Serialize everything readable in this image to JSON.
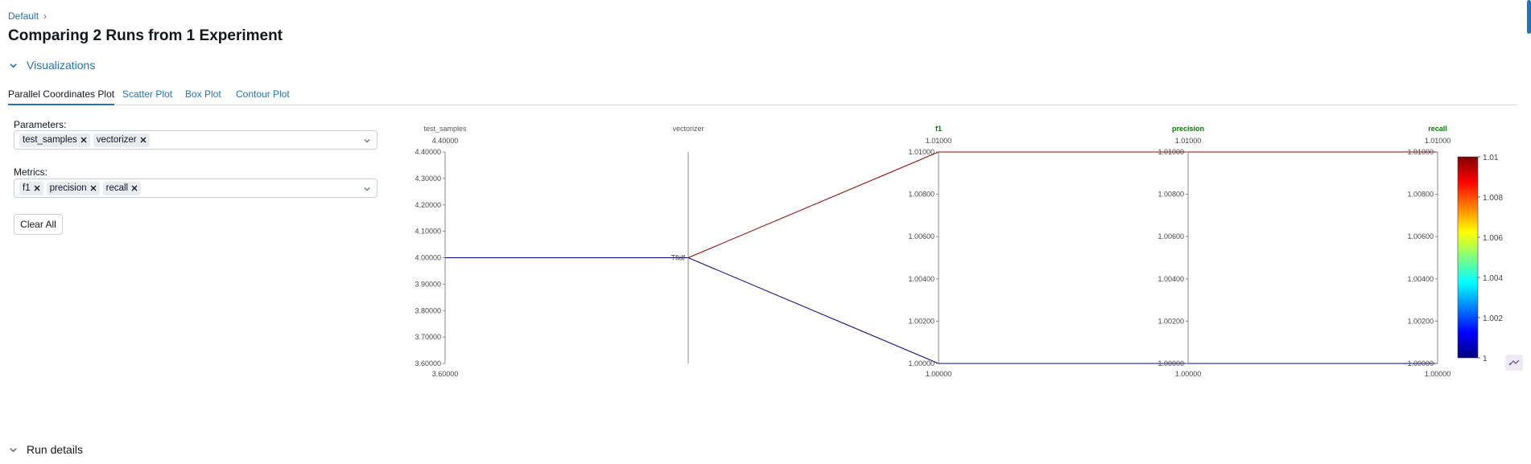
{
  "breadcrumb": {
    "experiment": "Default",
    "separator": "›"
  },
  "title": "Comparing 2 Runs from 1 Experiment",
  "sections": {
    "visualizations": "Visualizations",
    "run_details": "Run details"
  },
  "tabs": [
    {
      "label": "Parallel Coordinates Plot",
      "active": true
    },
    {
      "label": "Scatter Plot",
      "active": false
    },
    {
      "label": "Box Plot",
      "active": false
    },
    {
      "label": "Contour Plot",
      "active": false
    }
  ],
  "parameters": {
    "label": "Parameters:",
    "selected": [
      "test_samples",
      "vectorizer"
    ]
  },
  "metrics": {
    "label": "Metrics:",
    "selected": [
      "f1",
      "precision",
      "recall"
    ]
  },
  "clear_all_label": "Clear All",
  "colors": {
    "accent": "#2272b4",
    "metric_label": "#008000",
    "run_high": "#8b0000",
    "run_low": "#00007f"
  },
  "chart_data": {
    "type": "parallel_coordinates",
    "dimensions": [
      {
        "name": "test_samples",
        "kind": "parameter",
        "range": [
          3.6,
          4.4
        ],
        "ticks": [
          "4.40000",
          "4.30000",
          "4.20000",
          "4.10000",
          "4.00000",
          "3.90000",
          "3.80000",
          "3.70000",
          "3.60000"
        ],
        "range_top_label": "4.40000",
        "range_bottom_label": "3.60000"
      },
      {
        "name": "vectorizer",
        "kind": "parameter",
        "categorical": true,
        "categories": [
          "Tfidf"
        ]
      },
      {
        "name": "f1",
        "kind": "metric",
        "range": [
          1.0,
          1.01
        ],
        "ticks": [
          "1.01000",
          "1.00800",
          "1.00600",
          "1.00400",
          "1.00200",
          "1.00000"
        ],
        "range_top_label": "1.01000",
        "range_bottom_label": "1.00000"
      },
      {
        "name": "precision",
        "kind": "metric",
        "range": [
          1.0,
          1.01
        ],
        "ticks": [
          "1.01000",
          "1.00800",
          "1.00600",
          "1.00400",
          "1.00200",
          "1.00000"
        ],
        "range_top_label": "1.01000",
        "range_bottom_label": "1.00000"
      },
      {
        "name": "recall",
        "kind": "metric",
        "range": [
          1.0,
          1.01
        ],
        "ticks": [
          "1.01000",
          "1.00800",
          "1.00600",
          "1.00400",
          "1.00200",
          "1.00000"
        ],
        "range_top_label": "1.01000",
        "range_bottom_label": "1.00000"
      }
    ],
    "runs": [
      {
        "values": [
          4.0,
          "Tfidf",
          1.01,
          1.01,
          1.01
        ],
        "color_value": 1.01
      },
      {
        "values": [
          4.0,
          "Tfidf",
          1.0,
          1.0,
          1.0
        ],
        "color_value": 1.0
      }
    ],
    "colorbar": {
      "range": [
        1.0,
        1.01
      ],
      "ticks": [
        "1.01",
        "1.008",
        "1.006",
        "1.004",
        "1.002",
        "1"
      ]
    }
  }
}
